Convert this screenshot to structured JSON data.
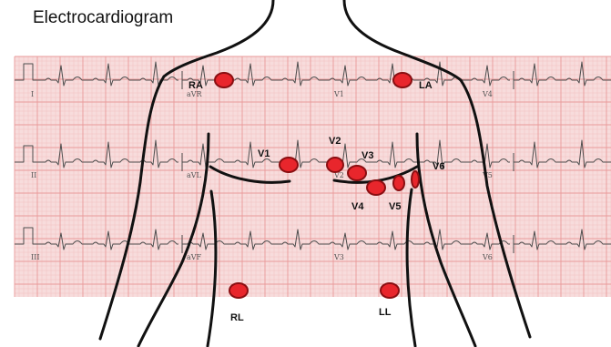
{
  "title": "Electrocardiogram",
  "colors": {
    "grid_bg": "#f7dcdc",
    "grid_minor": "#f2c0c0",
    "grid_major": "#e99a9a",
    "trace": "#4d4d4d",
    "body_outline": "#111111",
    "electrode_fill": "#e8262c",
    "electrode_stroke": "#8a0f12"
  },
  "ecg_rows": [
    [
      "I",
      "aVR",
      "V1",
      "V4"
    ],
    [
      "II",
      "aVL",
      "V2",
      "V5"
    ],
    [
      "III",
      "aVF",
      "V3",
      "V6"
    ]
  ],
  "electrodes": [
    {
      "id": "RA",
      "label": "RA"
    },
    {
      "id": "LA",
      "label": "LA"
    },
    {
      "id": "V1",
      "label": "V1"
    },
    {
      "id": "V2",
      "label": "V2"
    },
    {
      "id": "V3",
      "label": "V3"
    },
    {
      "id": "V4",
      "label": "V4"
    },
    {
      "id": "V5",
      "label": "V5"
    },
    {
      "id": "V6",
      "label": "V6"
    },
    {
      "id": "RL",
      "label": "RL"
    },
    {
      "id": "LL",
      "label": "LL"
    }
  ]
}
